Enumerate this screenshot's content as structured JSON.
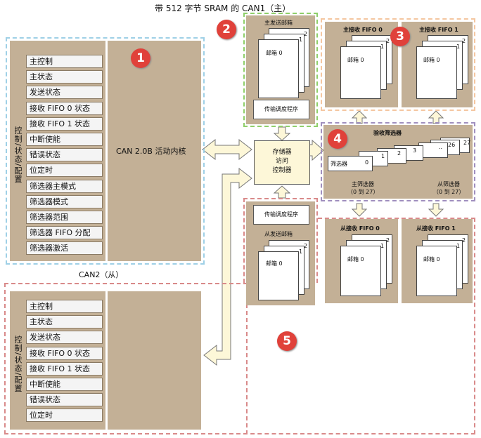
{
  "title": "带 512 字节 SRAM 的 CAN1（主）",
  "can2_label": "CAN2（从）",
  "badges": [
    "1",
    "2",
    "3",
    "4",
    "5"
  ],
  "can1": {
    "side_label": "控制/状态/配置",
    "core_label": "CAN 2.0B 活动内核",
    "registers": [
      "主控制",
      "主状态",
      "发送状态",
      "接收 FIFO 0 状态",
      "接收 FIFO 1 状态",
      "中断使能",
      "错误状态",
      "位定时",
      "筛选器主模式",
      "筛选器模式",
      "筛选器范围",
      "筛选器 FIFO 分配",
      "筛选器激活"
    ]
  },
  "can2": {
    "side_label": "控制/状态/配置",
    "registers": [
      "主控制",
      "主状态",
      "发送状态",
      "接收 FIFO 0 状态",
      "接收 FIFO 1 状态",
      "中断使能",
      "错误状态",
      "位定时"
    ]
  },
  "master_tx": {
    "title": "主发送邮箱",
    "mailbox": "邮箱 0",
    "nums": [
      "2",
      "1"
    ],
    "scheduler": "传输调度程序"
  },
  "master_rx0": {
    "title": "主接收 FIFO 0",
    "mailbox": "邮箱 0",
    "nums": [
      "2",
      "1"
    ]
  },
  "master_rx1": {
    "title": "主接收 FIFO 1",
    "mailbox": "邮箱 0",
    "nums": [
      "2",
      "1"
    ]
  },
  "memory_ctrl": {
    "line1": "存储器",
    "line2": "访问",
    "line3": "控制器"
  },
  "filters": {
    "title": "验收筛选器",
    "filter_box": "筛选器",
    "nums": [
      "0",
      "1",
      "2",
      "3",
      "..",
      "26",
      "27"
    ],
    "master_label": "主筛选器",
    "master_range": "（0 到 27）",
    "slave_label": "从筛选器",
    "slave_range": "（0 到 27）"
  },
  "slave_tx": {
    "title": "从发送邮箱",
    "mailbox": "邮箱 0",
    "nums": [
      "2",
      "1"
    ],
    "scheduler": "传输调度程序"
  },
  "slave_rx0": {
    "title": "从接收 FIFO 0",
    "mailbox": "邮箱 0",
    "nums": [
      "2",
      "1"
    ]
  },
  "slave_rx1": {
    "title": "从接收 FIFO 1",
    "mailbox": "邮箱 0",
    "nums": [
      "2",
      "1"
    ]
  },
  "colors": {
    "tan": "#c3b096",
    "blue_border": "#9fd0e6",
    "green_border": "#8fcf6a",
    "orange_border": "#f4c6a0",
    "purple_border": "#a08fbf",
    "red_border": "#d98a8a",
    "badge": "#e0413a",
    "arrow_fill": "#fdf7d8"
  }
}
